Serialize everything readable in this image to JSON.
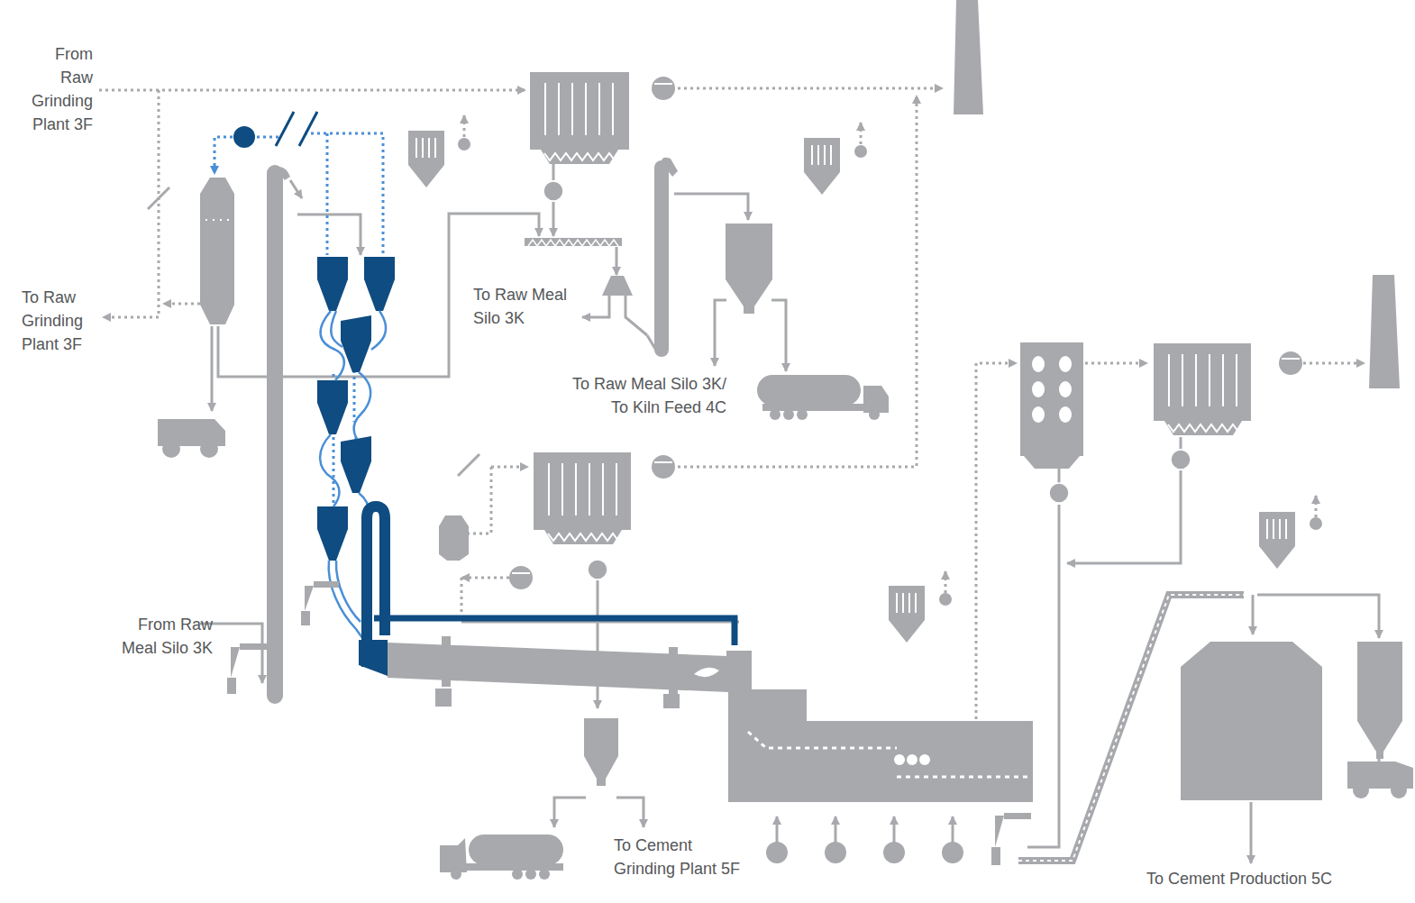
{
  "diagram": {
    "labels": [
      "From Raw Grinding Plant 3F",
      "To Raw Grinding Plant 3F",
      "To Raw Meal Silo 3K",
      "To Raw Meal Silo 3K/ To Kiln Feed 4C",
      "From Raw Meal Silo 3K",
      "To Cement Grinding Plant 5F",
      "To Cement Production 5C"
    ]
  }
}
